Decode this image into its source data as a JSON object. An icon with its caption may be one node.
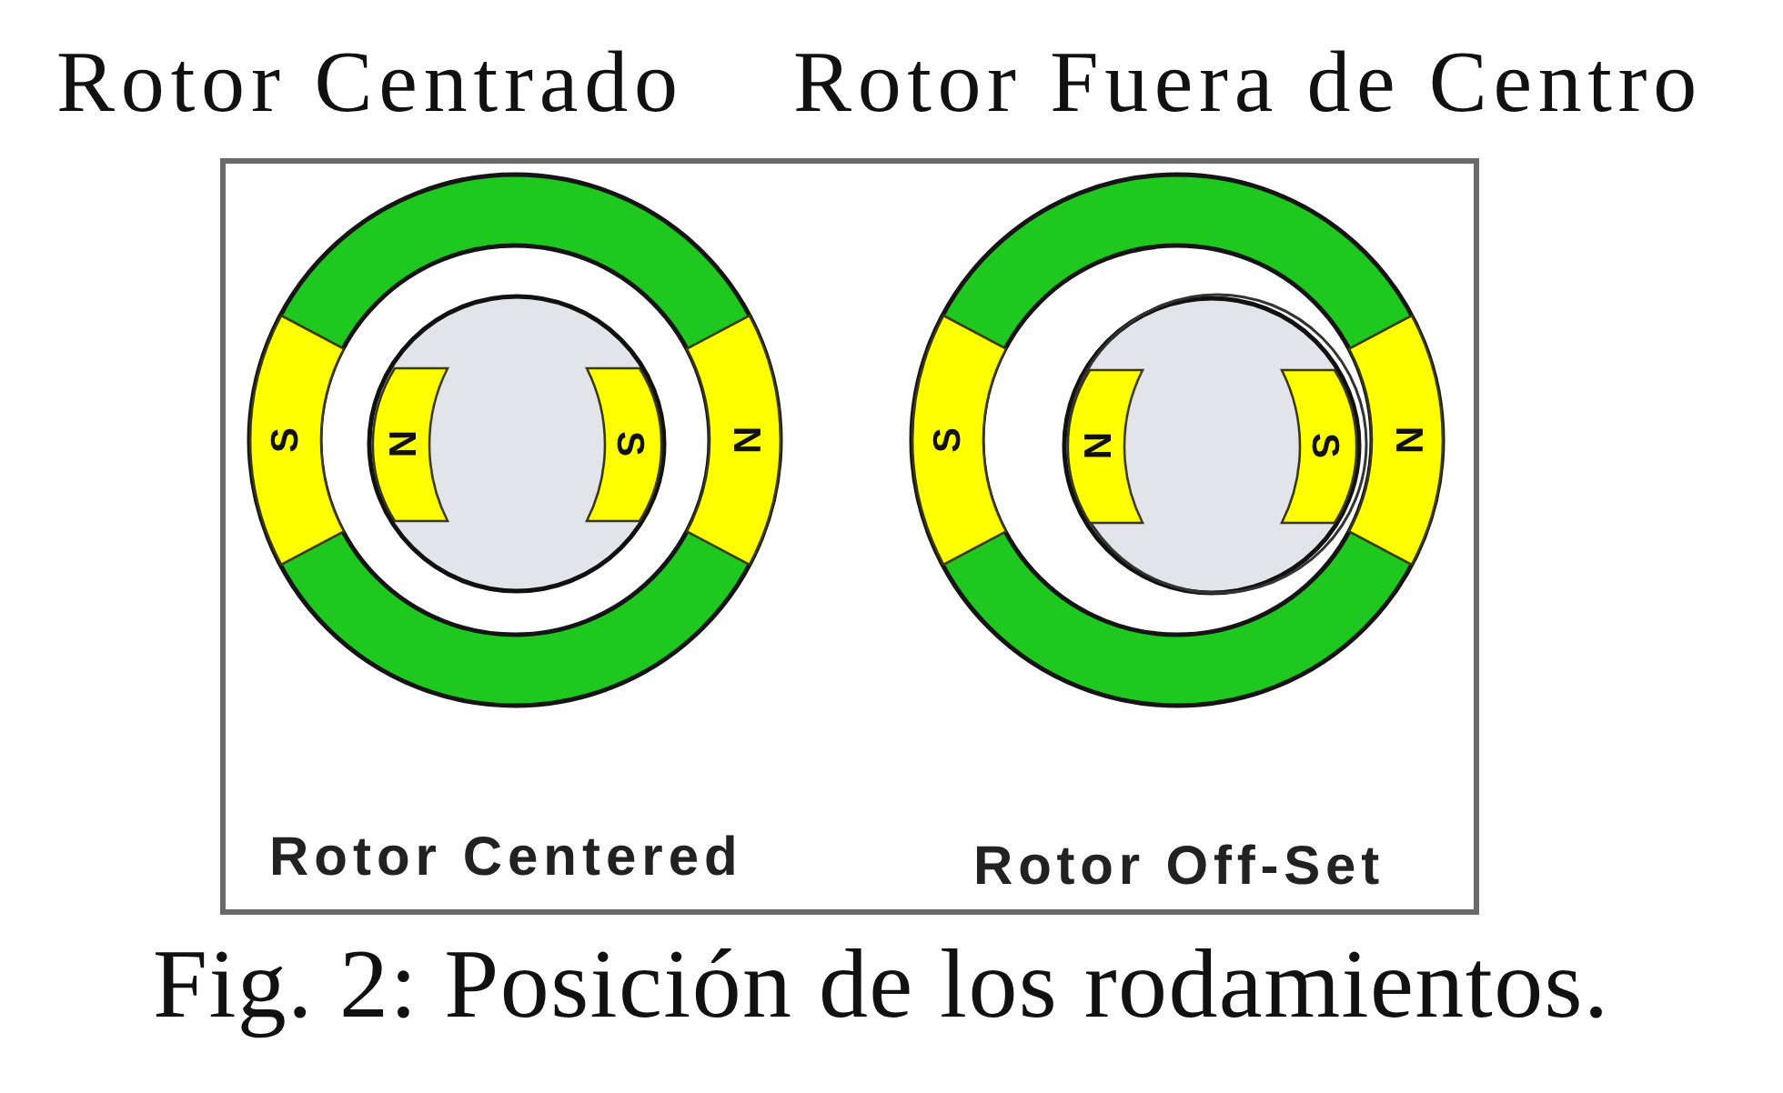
{
  "diagram": {
    "caption": "Fig. 2: Posición de los rodamientos.",
    "nodes": [
      {
        "text": [
          "Rotor Centered",
          "Rotor Off-Set"
        ]
      },
      {
        "text": [
          "S"
        ],
        "in": 0
      },
      {
        "text": [
          "N"
        ],
        "in": 0
      },
      {
        "text": [
          "S"
        ],
        "in": 0
      },
      {
        "text": [
          "N"
        ],
        "in": 0
      },
      {
        "text": [
          "S"
        ],
        "in": 0
      },
      {
        "text": [
          "N"
        ],
        "in": 0
      },
      {
        "text": [
          "S"
        ],
        "in": 0
      },
      {
        "text": [
          "N"
        ],
        "in": 0
      }
    ],
    "labels": [
      "Rotor Centrado",
      "Rotor Fuera de Centro"
    ]
  }
}
